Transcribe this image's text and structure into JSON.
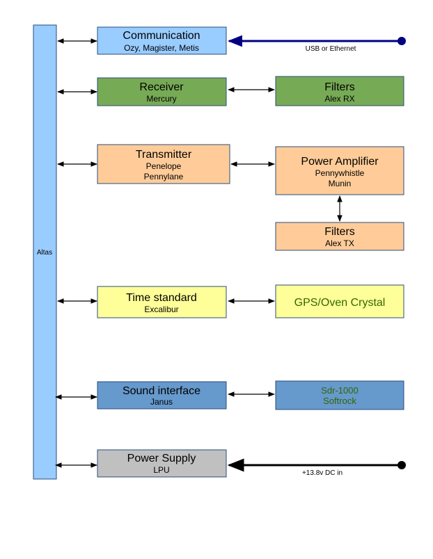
{
  "bus": {
    "label": "Altas",
    "color": "#99ccff"
  },
  "blocks": {
    "communication": {
      "title": "Communication",
      "lines": [
        "Ozy, Magister, Metis"
      ],
      "color": "#99ccff"
    },
    "receiver": {
      "title": "Receiver",
      "lines": [
        "Mercury"
      ],
      "color": "#77aa55"
    },
    "rx_filters": {
      "title": "Filters",
      "lines": [
        "Alex RX"
      ],
      "color": "#77aa55"
    },
    "transmitter": {
      "title": "Transmitter",
      "lines": [
        "Penelope",
        "Pennylane"
      ],
      "color": "#ffcc99"
    },
    "power_amplifier": {
      "title": "Power Amplifier",
      "lines": [
        "Pennywhistle",
        "Munin"
      ],
      "color": "#ffcc99"
    },
    "tx_filters": {
      "title": "Filters",
      "lines": [
        "Alex TX"
      ],
      "color": "#ffcc99"
    },
    "time_standard": {
      "title": "Time standard",
      "lines": [
        "Excalibur"
      ],
      "color": "#ffff99"
    },
    "gps_oven": {
      "title": "GPS/Oven Crystal",
      "lines": [],
      "color": "#ffff99"
    },
    "sound_interface": {
      "title": "Sound interface",
      "lines": [
        "Janus"
      ],
      "color": "#6699cc"
    },
    "sdr_softrock": {
      "title": "",
      "lines": [
        "Sdr-1000",
        "Softrock"
      ],
      "color": "#6699cc",
      "text_color": "#336600"
    },
    "power_supply": {
      "title": "Power Supply",
      "lines": [
        "LPU"
      ],
      "color": "#c0c0c0"
    }
  },
  "external_links": {
    "usb": {
      "label": "USB or Ethernet",
      "color": "#000080"
    },
    "dc": {
      "label": "+13.8v DC in",
      "color": "#000000"
    }
  }
}
